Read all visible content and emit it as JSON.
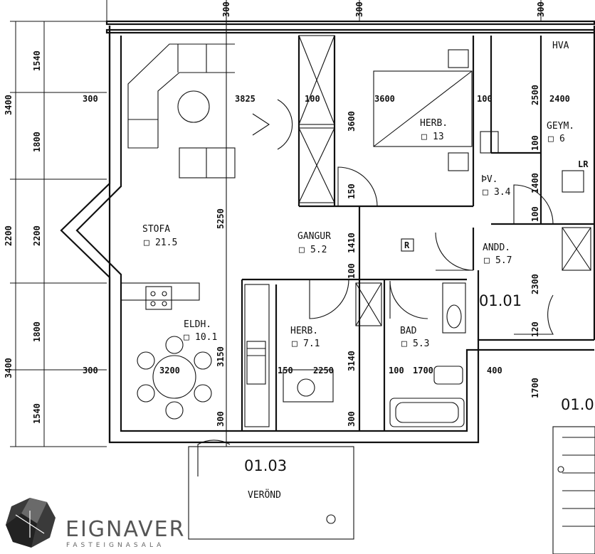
{
  "rooms": {
    "stofa": {
      "name": "STOFA",
      "area": "21.5"
    },
    "gangur": {
      "name": "GANGUR",
      "area": "5.2"
    },
    "herb_top": {
      "name": "HERB.",
      "area": "13"
    },
    "geym": {
      "name": "GEYM.",
      "area": "6"
    },
    "hv": {
      "name": "ÞV.",
      "area": "3.4"
    },
    "hva": {
      "name": "HVA"
    },
    "andd": {
      "name": "ANDD.",
      "area": "5.7"
    },
    "eldh": {
      "name": "ELDH.",
      "area": "10.1"
    },
    "herb_bottom": {
      "name": "HERB.",
      "area": "7.1"
    },
    "bad": {
      "name": "BAD",
      "area": "5.3"
    },
    "verond": {
      "name": "VERÖND"
    }
  },
  "units": {
    "main": "01.01",
    "terrace": "01.03",
    "neighbor": "01.0"
  },
  "markers": {
    "r": "R",
    "lr": "LR",
    "area_symbol": "□"
  },
  "dimensions": {
    "top_300_a": "300",
    "top_300_b": "300",
    "top_300_c": "300",
    "left_3400_top": "3400",
    "left_1540_top": "1540",
    "left_1800_top": "1800",
    "left_2200_a": "2200",
    "left_2200_b": "2200",
    "left_1800_bottom": "1800",
    "left_3400_bottom": "3400",
    "left_1540_bottom": "1540",
    "stofa_300": "300",
    "d3825": "3825",
    "d100_a": "100",
    "d3600": "3600",
    "d100_b": "100",
    "d2500": "2500",
    "d2400": "2400",
    "d3600_vert": "3600",
    "d100_vert": "100",
    "d150": "150",
    "d5250": "5250",
    "d1400": "1400",
    "d100_c": "100",
    "d1410": "1410",
    "d100_d": "100",
    "d2300": "2300",
    "d120": "120",
    "d3150": "3150",
    "eldh_300": "300",
    "d3200": "3200",
    "d150_b": "150",
    "d2250": "2250",
    "d3140": "3140",
    "d100_e": "100",
    "d1700": "1700",
    "d400": "400",
    "d1700_vert": "1700",
    "bottom_300_a": "300",
    "bottom_300_b": "300"
  },
  "logo": {
    "name": "EIGNAVER",
    "tagline": "FASTEIGNASALA"
  }
}
